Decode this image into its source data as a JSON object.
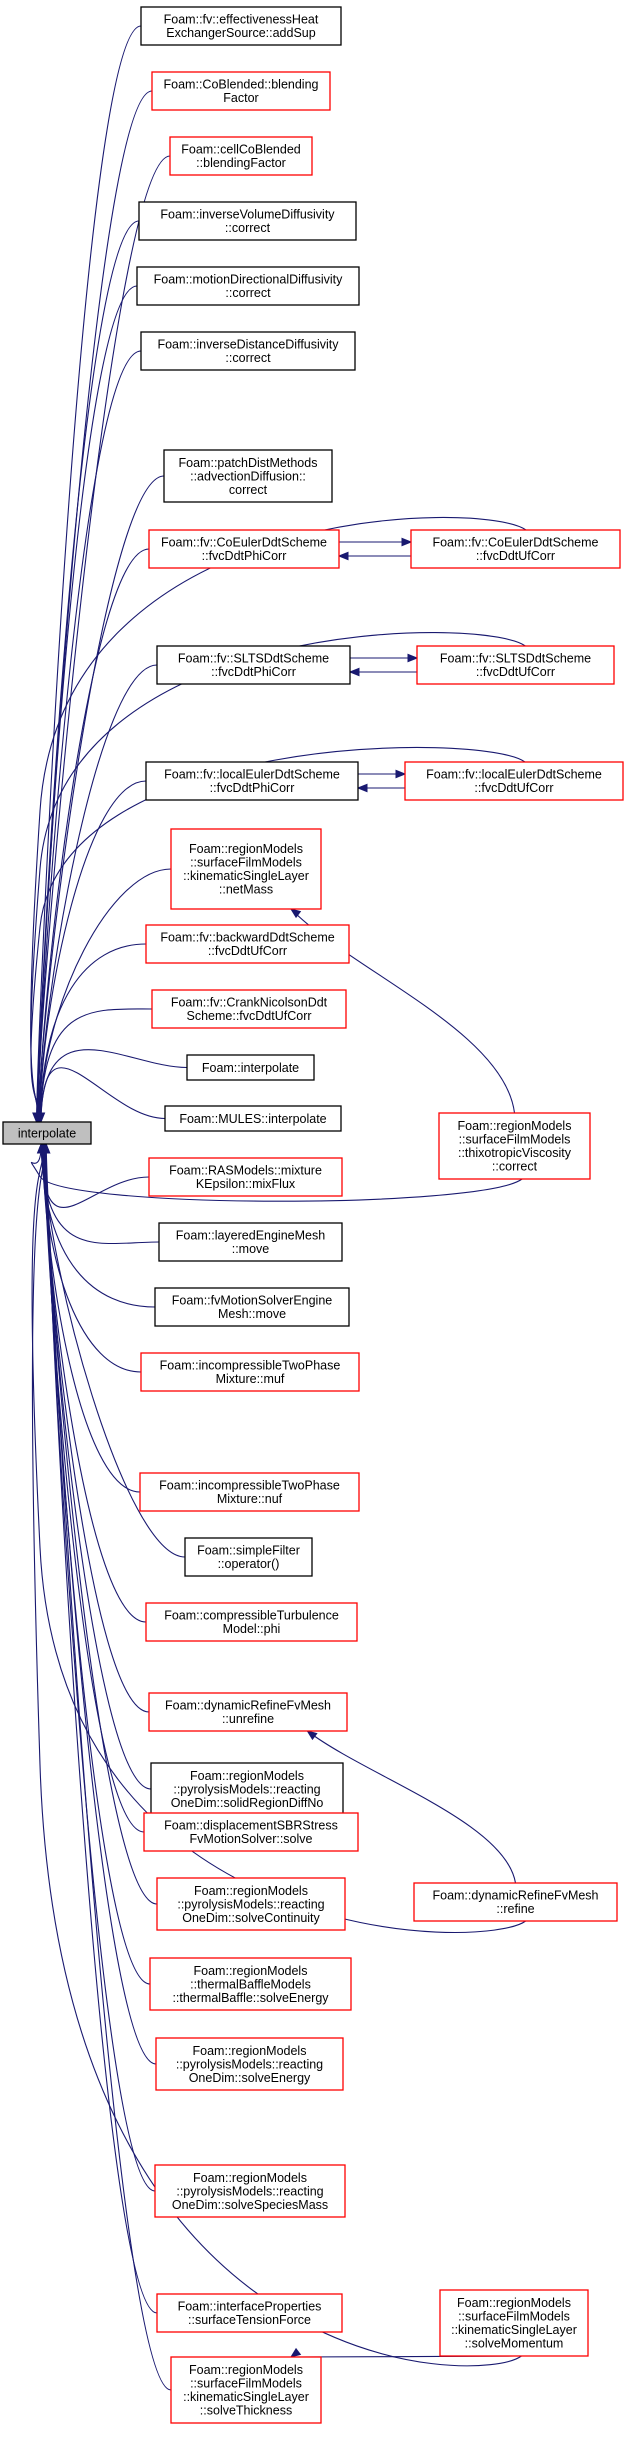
{
  "colors": {
    "edge": "#191970",
    "border_red": "#ff0000",
    "border_black": "#000000",
    "root_fill": "#bfbfbf",
    "node_fill": "#ffffff"
  },
  "root": {
    "id": "root",
    "lines": [
      "interpolate"
    ]
  },
  "nodes": [
    {
      "id": "n01",
      "lines": [
        "Foam::fv::effectivenessHeat",
        "ExchangerSource::addSup"
      ],
      "border": "black"
    },
    {
      "id": "n02",
      "lines": [
        "Foam::CoBlended::blending",
        "Factor"
      ],
      "border": "red"
    },
    {
      "id": "n03",
      "lines": [
        "Foam::cellCoBlended",
        "::blendingFactor"
      ],
      "border": "red"
    },
    {
      "id": "n04",
      "lines": [
        "Foam::inverseVolumeDiffusivity",
        "::correct"
      ],
      "border": "black"
    },
    {
      "id": "n05",
      "lines": [
        "Foam::motionDirectionalDiffusivity",
        "::correct"
      ],
      "border": "black"
    },
    {
      "id": "n06",
      "lines": [
        "Foam::inverseDistanceDiffusivity",
        "::correct"
      ],
      "border": "black"
    },
    {
      "id": "n07",
      "lines": [
        "Foam::patchDistMethods",
        "::advectionDiffusion::",
        "correct"
      ],
      "border": "black"
    },
    {
      "id": "n08",
      "lines": [
        "Foam::fv::CoEulerDdtScheme",
        "::fvcDdtPhiCorr"
      ],
      "border": "red"
    },
    {
      "id": "n09",
      "lines": [
        "Foam::fv::SLTSDdtScheme",
        "::fvcDdtPhiCorr"
      ],
      "border": "black"
    },
    {
      "id": "n10",
      "lines": [
        "Foam::fv::localEulerDdtScheme",
        "::fvcDdtPhiCorr"
      ],
      "border": "black"
    },
    {
      "id": "n11",
      "lines": [
        "Foam::regionModels",
        "::surfaceFilmModels",
        "::kinematicSingleLayer",
        "::netMass"
      ],
      "border": "red"
    },
    {
      "id": "n12",
      "lines": [
        "Foam::fv::backwardDdtScheme",
        "::fvcDdtUfCorr"
      ],
      "border": "red"
    },
    {
      "id": "n13",
      "lines": [
        "Foam::fv::CrankNicolsonDdt",
        "Scheme::fvcDdtUfCorr"
      ],
      "border": "red"
    },
    {
      "id": "n14",
      "lines": [
        "Foam::interpolate"
      ],
      "border": "black"
    },
    {
      "id": "n15",
      "lines": [
        "Foam::MULES::interpolate"
      ],
      "border": "black"
    },
    {
      "id": "n16",
      "lines": [
        "Foam::RASModels::mixture",
        "KEpsilon::mixFlux"
      ],
      "border": "red"
    },
    {
      "id": "n17",
      "lines": [
        "Foam::layeredEngineMesh",
        "::move"
      ],
      "border": "black"
    },
    {
      "id": "n18",
      "lines": [
        "Foam::fvMotionSolverEngine",
        "Mesh::move"
      ],
      "border": "black"
    },
    {
      "id": "n19",
      "lines": [
        "Foam::incompressibleTwoPhase",
        "Mixture::muf"
      ],
      "border": "red"
    },
    {
      "id": "n20",
      "lines": [
        "Foam::incompressibleTwoPhase",
        "Mixture::nuf"
      ],
      "border": "red"
    },
    {
      "id": "n21",
      "lines": [
        "Foam::simpleFilter",
        "::operator()"
      ],
      "border": "black"
    },
    {
      "id": "n22",
      "lines": [
        "Foam::compressibleTurbulence",
        "Model::phi"
      ],
      "border": "red"
    },
    {
      "id": "n23",
      "lines": [
        "Foam::dynamicRefineFvMesh",
        "::unrefine"
      ],
      "border": "red"
    },
    {
      "id": "n24",
      "lines": [
        "Foam::regionModels",
        "::pyrolysisModels::reacting",
        "OneDim::solidRegionDiffNo"
      ],
      "border": "black"
    },
    {
      "id": "n25",
      "lines": [
        "Foam::displacementSBRStress",
        "FvMotionSolver::solve"
      ],
      "border": "red"
    },
    {
      "id": "n26",
      "lines": [
        "Foam::regionModels",
        "::pyrolysisModels::reacting",
        "OneDim::solveContinuity"
      ],
      "border": "red"
    },
    {
      "id": "n27",
      "lines": [
        "Foam::regionModels",
        "::thermalBaffleModels",
        "::thermalBaffle::solveEnergy"
      ],
      "border": "red"
    },
    {
      "id": "n28",
      "lines": [
        "Foam::regionModels",
        "::pyrolysisModels::reacting",
        "OneDim::solveEnergy"
      ],
      "border": "red"
    },
    {
      "id": "n29",
      "lines": [
        "Foam::regionModels",
        "::pyrolysisModels::reacting",
        "OneDim::solveSpeciesMass"
      ],
      "border": "red"
    },
    {
      "id": "n30",
      "lines": [
        "Foam::interfaceProperties",
        "::surfaceTensionForce"
      ],
      "border": "red"
    },
    {
      "id": "n31",
      "lines": [
        "Foam::regionModels",
        "::surfaceFilmModels",
        "::kinematicSingleLayer",
        "::solveThickness"
      ],
      "border": "red"
    },
    {
      "id": "r01",
      "lines": [
        "Foam::fv::CoEulerDdtScheme",
        "::fvcDdtUfCorr"
      ],
      "border": "red"
    },
    {
      "id": "r02",
      "lines": [
        "Foam::fv::SLTSDdtScheme",
        "::fvcDdtUfCorr"
      ],
      "border": "red"
    },
    {
      "id": "r03",
      "lines": [
        "Foam::fv::localEulerDdtScheme",
        "::fvcDdtUfCorr"
      ],
      "border": "red"
    },
    {
      "id": "r04",
      "lines": [
        "Foam::regionModels",
        "::surfaceFilmModels",
        "::thixotropicViscosity",
        "::correct"
      ],
      "border": "red"
    },
    {
      "id": "r05",
      "lines": [
        "Foam::dynamicRefineFvMesh",
        "::refine"
      ],
      "border": "red"
    },
    {
      "id": "r06",
      "lines": [
        "Foam::regionModels",
        "::surfaceFilmModels",
        "::kinematicSingleLayer",
        "::solveMomentum"
      ],
      "border": "red"
    }
  ],
  "edges": [
    {
      "from": "n01",
      "to": "root"
    },
    {
      "from": "n02",
      "to": "root"
    },
    {
      "from": "n03",
      "to": "root"
    },
    {
      "from": "n04",
      "to": "root"
    },
    {
      "from": "n05",
      "to": "root"
    },
    {
      "from": "n06",
      "to": "root"
    },
    {
      "from": "n07",
      "to": "root"
    },
    {
      "from": "n08",
      "to": "root"
    },
    {
      "from": "n09",
      "to": "root"
    },
    {
      "from": "n10",
      "to": "root"
    },
    {
      "from": "n11",
      "to": "root"
    },
    {
      "from": "n12",
      "to": "root"
    },
    {
      "from": "n13",
      "to": "root"
    },
    {
      "from": "n14",
      "to": "root"
    },
    {
      "from": "n15",
      "to": "root"
    },
    {
      "from": "n16",
      "to": "root"
    },
    {
      "from": "n17",
      "to": "root"
    },
    {
      "from": "n18",
      "to": "root"
    },
    {
      "from": "n19",
      "to": "root"
    },
    {
      "from": "n20",
      "to": "root"
    },
    {
      "from": "n21",
      "to": "root"
    },
    {
      "from": "n22",
      "to": "root"
    },
    {
      "from": "n23",
      "to": "root"
    },
    {
      "from": "n24",
      "to": "root"
    },
    {
      "from": "n25",
      "to": "root"
    },
    {
      "from": "n26",
      "to": "root"
    },
    {
      "from": "n27",
      "to": "root"
    },
    {
      "from": "n28",
      "to": "root"
    },
    {
      "from": "n29",
      "to": "root"
    },
    {
      "from": "n30",
      "to": "root"
    },
    {
      "from": "n31",
      "to": "root"
    },
    {
      "from": "r01",
      "to": "root"
    },
    {
      "from": "r02",
      "to": "root"
    },
    {
      "from": "r03",
      "to": "root"
    },
    {
      "from": "r04",
      "to": "root"
    },
    {
      "from": "r05",
      "to": "root"
    },
    {
      "from": "r06",
      "to": "root"
    },
    {
      "from": "r01",
      "to": "n08"
    },
    {
      "from": "n08",
      "to": "r01"
    },
    {
      "from": "r02",
      "to": "n09"
    },
    {
      "from": "n09",
      "to": "r02"
    },
    {
      "from": "r03",
      "to": "n10"
    },
    {
      "from": "n10",
      "to": "r03"
    },
    {
      "from": "r04",
      "to": "n11"
    },
    {
      "from": "r05",
      "to": "n23"
    },
    {
      "from": "r06",
      "to": "n31"
    }
  ]
}
